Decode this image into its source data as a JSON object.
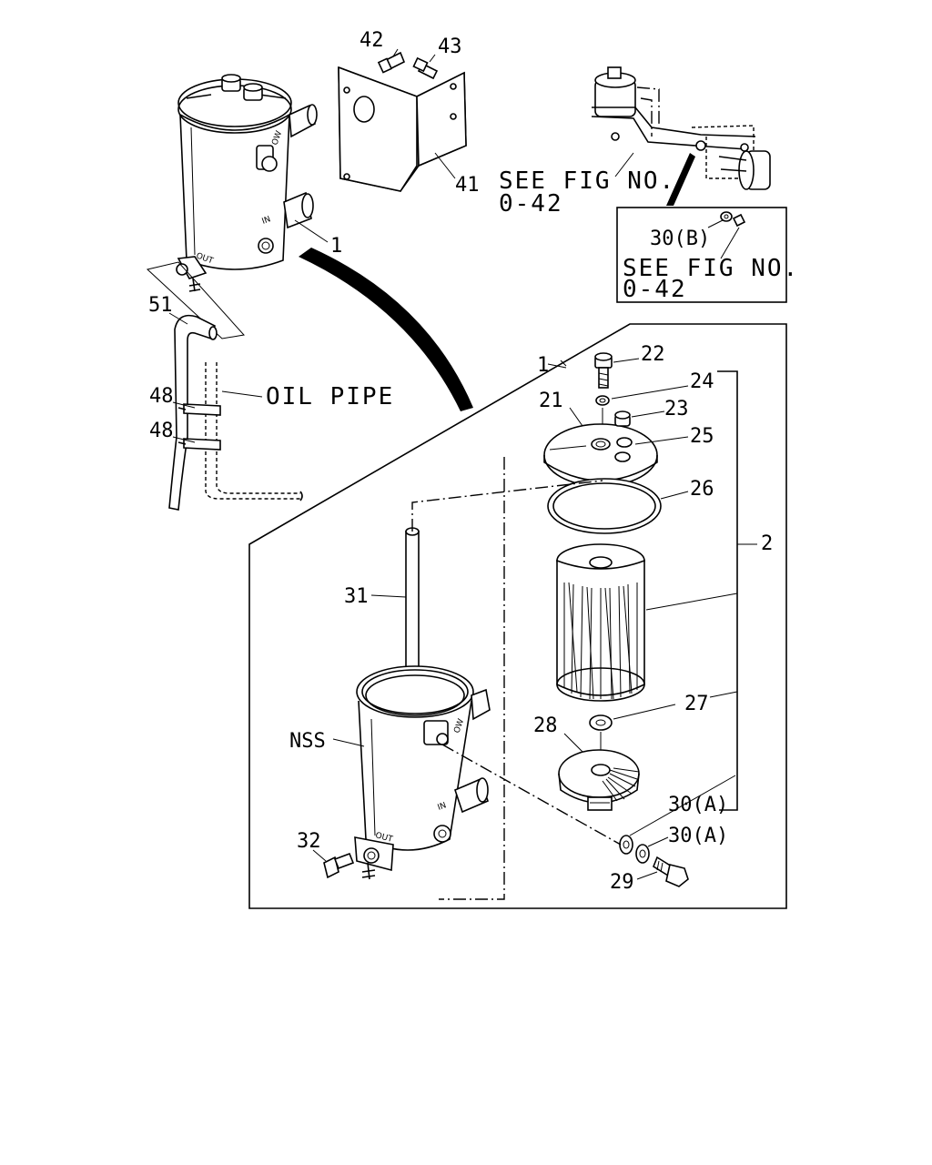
{
  "callouts": {
    "c42": "42",
    "c43": "43",
    "c41": "41",
    "c1_top": "1",
    "c51": "51",
    "c48a": "48",
    "c48b": "48",
    "c1_box": "1",
    "c22": "22",
    "c24": "24",
    "c21": "21",
    "c23": "23",
    "c25": "25",
    "c26": "26",
    "c2": "2",
    "c31": "31",
    "c27": "27",
    "c28": "28",
    "nss": "NSS",
    "c30a1": "30(A)",
    "c30a2": "30(A)",
    "c32": "32",
    "c29": "29",
    "c30b": "30(B)"
  },
  "labels": {
    "see_fig_main_1": "SEE FIG NO.",
    "see_fig_main_2": "0-42",
    "see_fig_inset_1": "SEE FIG NO.",
    "see_fig_inset_2": "0-42",
    "oil_pipe": "OIL PIPE"
  },
  "body_markings": {
    "in_top": "IN",
    "out_top": "OUT",
    "ow_top": "OW",
    "in_bot": "IN",
    "out_bot": "OUT",
    "ow_bot": "OW"
  }
}
